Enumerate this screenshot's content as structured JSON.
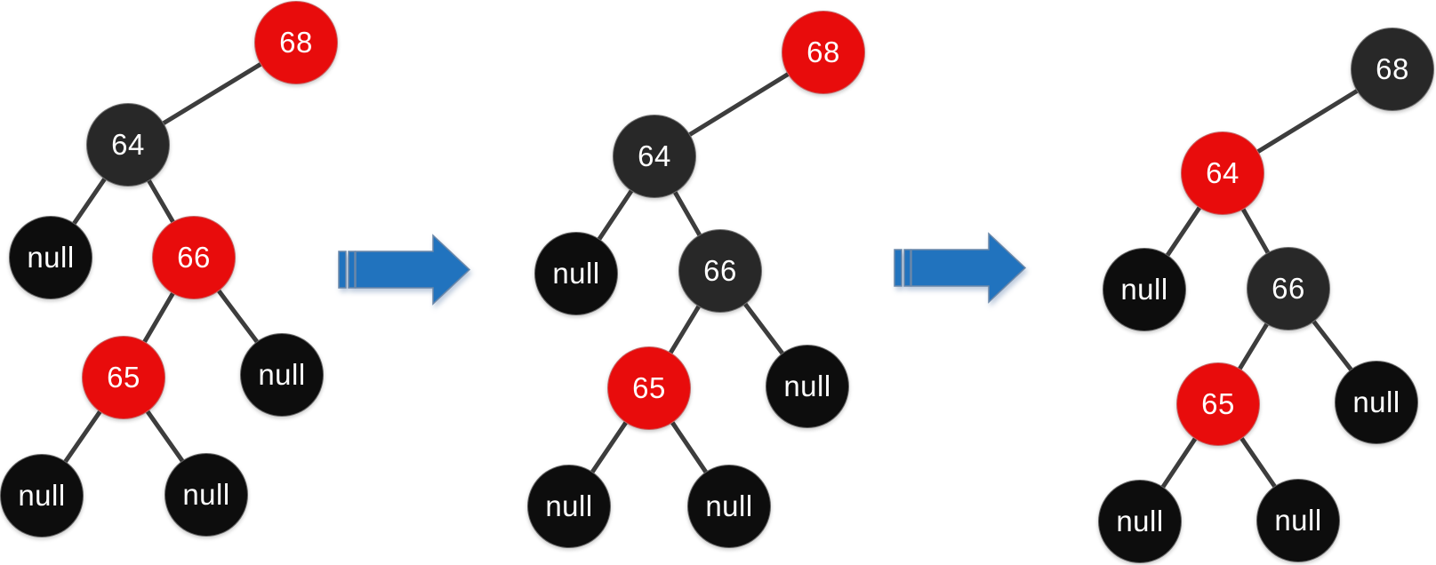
{
  "diagram_type": "red-black-tree-transformation",
  "palette": {
    "red_node": "#e80c0c",
    "dark_node": "#282828",
    "black_node": "#0d0d0d",
    "edge_line": "#3d3d3d",
    "node_text": "#ffffff",
    "arrow_blue": "#2173be"
  },
  "arrows": [
    {
      "icon": "striped-right-arrow",
      "direction": "right"
    },
    {
      "icon": "striped-right-arrow",
      "direction": "right"
    }
  ],
  "trees": [
    {
      "name": "step-1",
      "nodes": [
        {
          "label": "68",
          "color": "red"
        },
        {
          "label": "64",
          "color": "dark"
        },
        {
          "label": "null",
          "color": "black"
        },
        {
          "label": "66",
          "color": "red"
        },
        {
          "label": "65",
          "color": "red"
        },
        {
          "label": "null",
          "color": "black"
        },
        {
          "label": "null",
          "color": "black"
        },
        {
          "label": "null",
          "color": "black"
        }
      ],
      "edges": [
        [
          1,
          0
        ],
        [
          1,
          2
        ],
        [
          1,
          3
        ],
        [
          3,
          4
        ],
        [
          3,
          5
        ],
        [
          4,
          6
        ],
        [
          4,
          7
        ]
      ]
    },
    {
      "name": "step-2",
      "nodes": [
        {
          "label": "68",
          "color": "red"
        },
        {
          "label": "64",
          "color": "dark"
        },
        {
          "label": "null",
          "color": "black"
        },
        {
          "label": "66",
          "color": "dark"
        },
        {
          "label": "65",
          "color": "red"
        },
        {
          "label": "null",
          "color": "black"
        },
        {
          "label": "null",
          "color": "black"
        },
        {
          "label": "null",
          "color": "black"
        }
      ],
      "edges": [
        [
          1,
          0
        ],
        [
          1,
          2
        ],
        [
          1,
          3
        ],
        [
          3,
          4
        ],
        [
          3,
          5
        ],
        [
          4,
          6
        ],
        [
          4,
          7
        ]
      ]
    },
    {
      "name": "step-3",
      "nodes": [
        {
          "label": "68",
          "color": "dark"
        },
        {
          "label": "64",
          "color": "red"
        },
        {
          "label": "null",
          "color": "black"
        },
        {
          "label": "66",
          "color": "dark"
        },
        {
          "label": "65",
          "color": "red"
        },
        {
          "label": "null",
          "color": "black"
        },
        {
          "label": "null",
          "color": "black"
        },
        {
          "label": "null",
          "color": "black"
        }
      ],
      "edges": [
        [
          1,
          0
        ],
        [
          1,
          2
        ],
        [
          1,
          3
        ],
        [
          3,
          4
        ],
        [
          3,
          5
        ],
        [
          4,
          6
        ],
        [
          4,
          7
        ]
      ]
    }
  ]
}
